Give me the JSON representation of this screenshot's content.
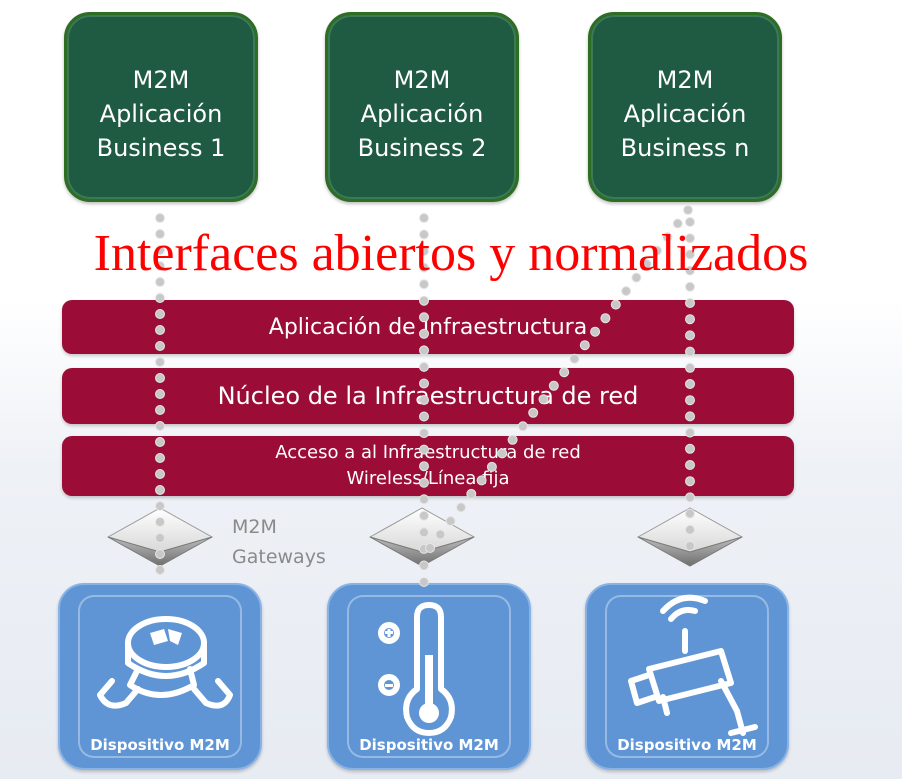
{
  "applications": [
    {
      "line1": "M2M",
      "line2": "Aplicación",
      "line3": "Business 1"
    },
    {
      "line1": "M2M",
      "line2": "Aplicación",
      "line3": "Business 2"
    },
    {
      "line1": "M2M",
      "line2": "Aplicación",
      "line3": "Business n"
    }
  ],
  "title": "Interfaces abiertos y normalizados",
  "layers": {
    "application": "Aplicación de Infraestructura",
    "core": "Núcleo de la Infraestructura de red",
    "access_line1": "Acceso a al Infraestructura de red",
    "access_line2": "Wireless/Línea fija"
  },
  "gateway_label": {
    "line1": "M2M",
    "line2": "Gateways"
  },
  "devices": [
    {
      "label": "Dispositivo M2M",
      "icon": "water-meter-icon"
    },
    {
      "label": "Dispositivo M2M",
      "icon": "thermometer-icon"
    },
    {
      "label": "Dispositivo M2M",
      "icon": "security-camera-icon"
    }
  ],
  "colors": {
    "application_box": "#1f5b43",
    "layer": "#9b0d36",
    "title": "#ff0000",
    "device_box": "#5f95d4",
    "connector_dots": "#c8c8c8"
  }
}
